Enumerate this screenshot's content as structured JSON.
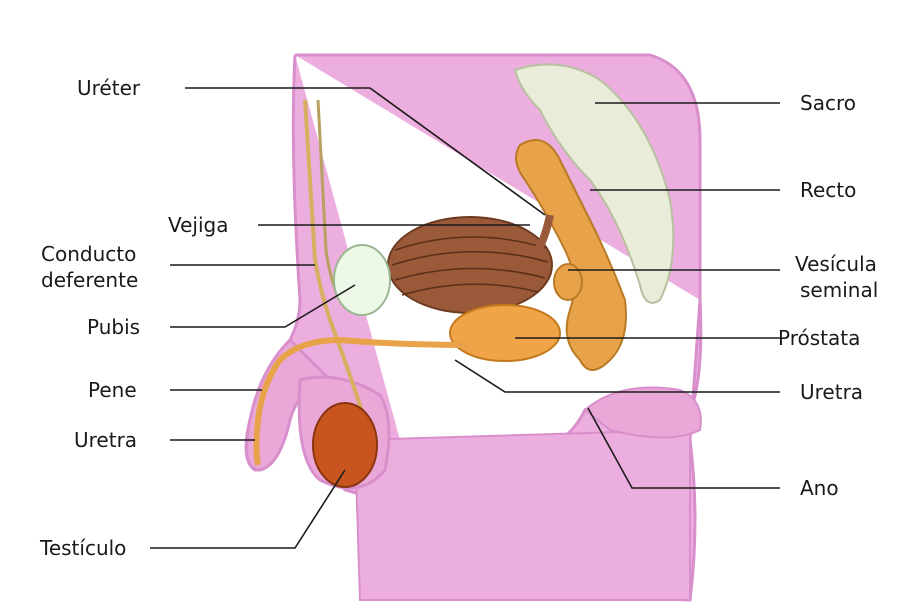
{
  "labels": {
    "ureter": "Uréter",
    "vejiga": "Vejiga",
    "conducto_1": "Conducto",
    "conducto_2": "deferente",
    "pubis": "Pubis",
    "pene": "Pene",
    "uretra_left": "Uretra",
    "testiculo": "Testículo",
    "sacro": "Sacro",
    "recto": "Recto",
    "vesicula_1": "Vesícula",
    "vesicula_2": "seminal",
    "prostata": "Próstata",
    "uretra_right": "Uretra",
    "ano": "Ano"
  },
  "colors": {
    "skin": "#ecaede",
    "skin_dark": "#d98fcc",
    "bladder": "#9a5a3a",
    "prostate": "#f0a448",
    "rectum": "#e8a34a",
    "sacrum": "#e8ecd8",
    "testis": "#c8541e",
    "pubis": "#eef8e8",
    "line": "#1a1a1a"
  }
}
